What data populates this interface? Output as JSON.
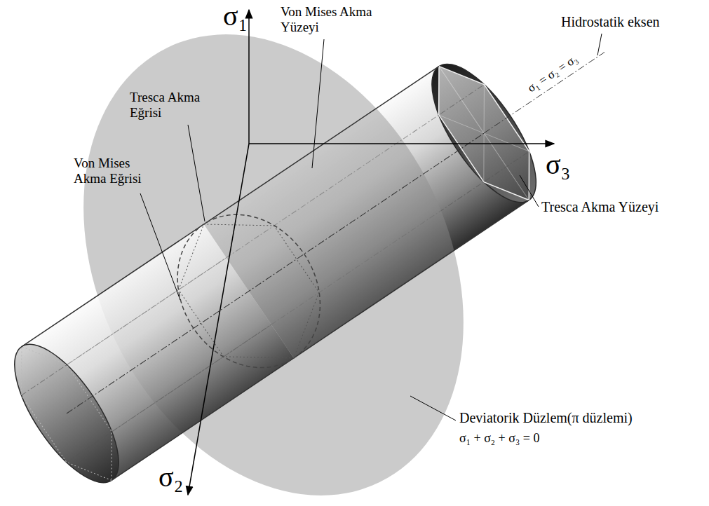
{
  "diagram": {
    "labels": [
      "σ₁",
      "Von Mises Akma Yüzeyi",
      "σ₁ = σ₂ = σ₃",
      "Hidrostatik eksen",
      "Tresca Akma Eğrisi",
      "Von Mises Akma Eğrisi",
      "Tresca Akma Yüzeyi",
      "σ₃",
      "Deviatorik Düzlem(π düzlemi)",
      "σ₁ + σ₂ + σ₃ = 0",
      "σ₂"
    ]
  }
}
